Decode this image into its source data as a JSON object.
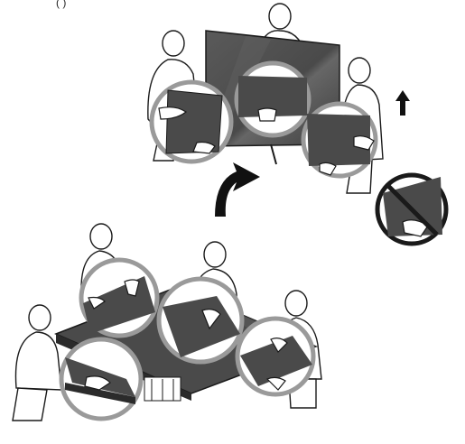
{
  "caption_fragment": "(   )",
  "colors": {
    "tv_panel": "#4a4a4a",
    "tv_panel_dark": "#2b2b2b",
    "callout_ring": "#9a9a9a",
    "outline": "#1a1a1a",
    "arrow": "#111111",
    "background": "#ffffff"
  },
  "icons": {
    "rotate_arrow": "curved-arrow-icon",
    "lift_arrow": "up-arrow-icon",
    "prohibited": "prohibition-icon"
  },
  "scenes": {
    "lying": {
      "people_count": 4,
      "callouts": 4
    },
    "upright": {
      "people_count": 3,
      "callouts": 3
    }
  }
}
